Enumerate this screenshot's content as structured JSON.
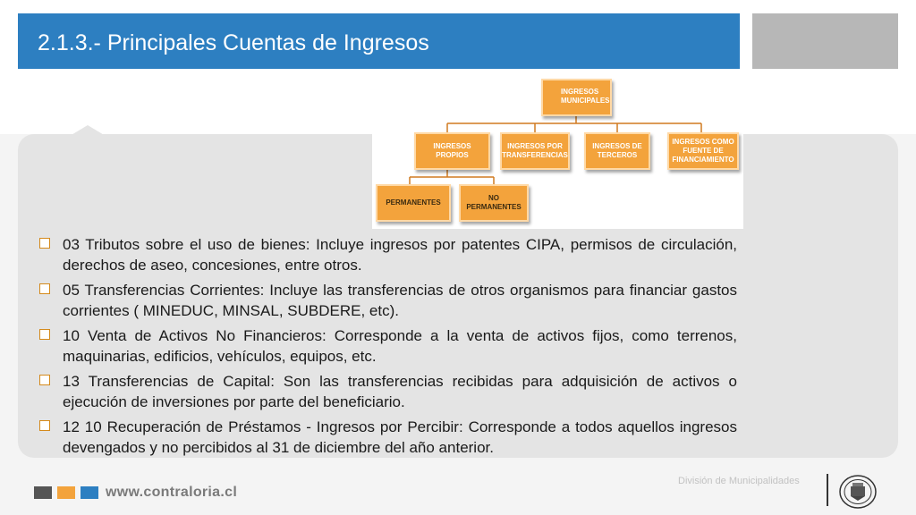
{
  "header": {
    "title": "2.1.3.- Principales Cuentas de Ingresos"
  },
  "org_chart": {
    "root": "INGRESOS MUNICIPALES",
    "children": [
      "INGRESOS PROPIOS",
      "INGRESOS POR TRANSFERENCIAS",
      "INGRESOS DE TERCEROS",
      "INGRESOS COMO FUENTE DE FINANCIAMIENTO"
    ],
    "grandchildren": [
      "PERMANENTES",
      "NO PERMANENTES"
    ]
  },
  "bullets": [
    "03 Tributos sobre el uso de bienes: Incluye ingresos por patentes CIPA, permisos de circulación, derechos de aseo, concesiones, entre otros.",
    "05 Transferencias Corrientes: Incluye las transferencias de otros organismos para financiar gastos corrientes ( MINEDUC, MINSAL, SUBDERE, etc).",
    "10 Venta de Activos No Financieros: Corresponde a la venta de activos fijos, como terrenos, maquinarias, edificios, vehículos, equipos, etc.",
    "13 Transferencias de Capital: Son las transferencias recibidas para adquisición de activos o ejecución de inversiones por parte del beneficiario.",
    "12 10 Recuperación de Préstamos - Ingresos por Percibir: Corresponde a todos aquellos ingresos devengados y no percibidos al 31 de diciembre del año anterior."
  ],
  "footer": {
    "url": "www.contraloria.cl",
    "division": "División de Municipalidades"
  },
  "colors": {
    "title_bar": "#2d7fc1",
    "node_fill": "#f3a33c",
    "footer_square_1": "#555555",
    "footer_square_2": "#f3a33c",
    "footer_square_3": "#2d7fc1"
  },
  "icons": {
    "bullet": "hollow-square-bullet-icon",
    "logo": "contraloria-seal-icon"
  }
}
